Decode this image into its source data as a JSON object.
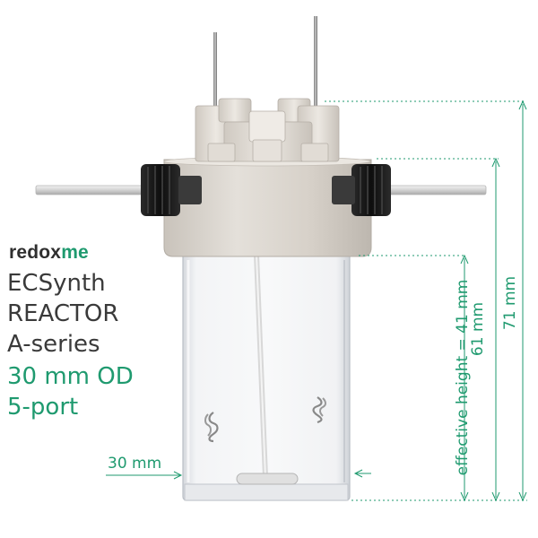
{
  "brand": {
    "name_a": "redox",
    "name_b": "me"
  },
  "product": {
    "line1": "ECSynth",
    "line2": "REACTOR",
    "line3": "A-series",
    "line4": "30 mm OD",
    "line5": "5-port"
  },
  "dimensions": {
    "width": "30 mm",
    "effective": "effective height = 41 mm",
    "h61": "61 mm",
    "h71": "71 mm"
  },
  "colors": {
    "accent": "#1f9a6f",
    "text": "#3a3a3a",
    "cap": "#d9d4cd",
    "knob": "#1a1a1a",
    "rod": "#cfcfcf"
  }
}
